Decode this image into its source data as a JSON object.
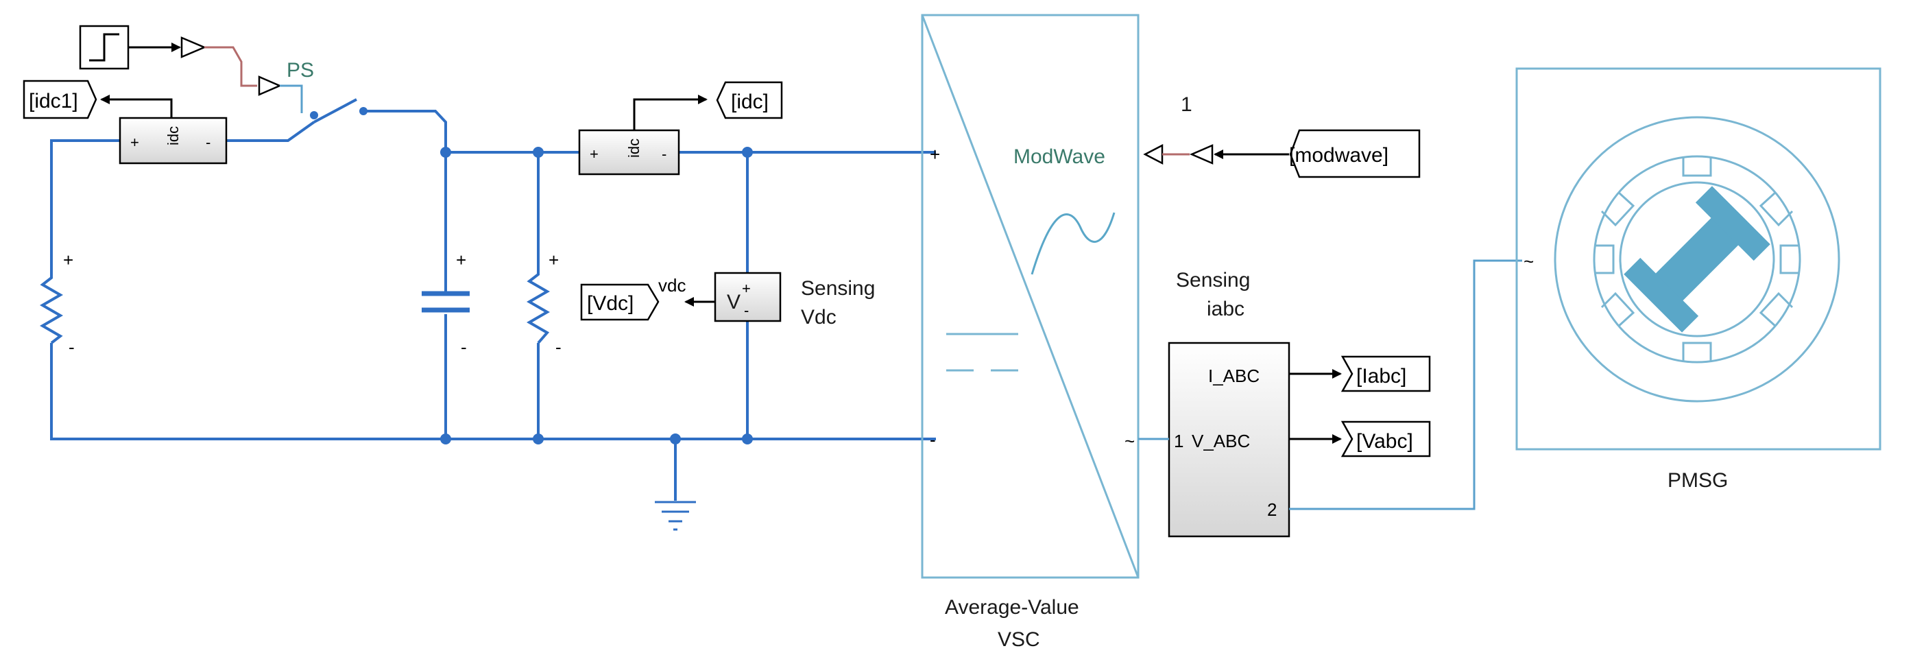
{
  "labels": {
    "ps": "PS",
    "idc1_tag": "[idc1]",
    "idc_tag": "[idc]",
    "vdc_tag": "[Vdc]",
    "modwave_tag": "[modwave]",
    "iabc_tag": "[Iabc]",
    "vabc_tag": "[Vabc]",
    "idc_sensor1": "idc",
    "idc_sensor2": "idc",
    "vdc_signal": "vdc",
    "sensing_vdc_line1": "Sensing",
    "sensing_vdc_line2": "Vdc",
    "modwave_port": "ModWave",
    "modwave_index": "1",
    "sensing_iabc_line1": "Sensing",
    "sensing_iabc_line2": "iabc",
    "port_iabc": "I_ABC",
    "port_vabc": "V_ABC",
    "port_1": "1",
    "port_2": "2",
    "vsc_line1": "Average-Value",
    "vsc_line2": "VSC",
    "pmsg": "PMSG",
    "plus": "+",
    "minus": "-",
    "tilde": "~",
    "v_plus": "V+"
  },
  "colors": {
    "wire": "#2f6fc4",
    "frame": "#79b6d2",
    "ps_line": "#b36b6b",
    "modwave_text": "#3a7a6a",
    "pmsg_fill": "#5aa7c8"
  }
}
